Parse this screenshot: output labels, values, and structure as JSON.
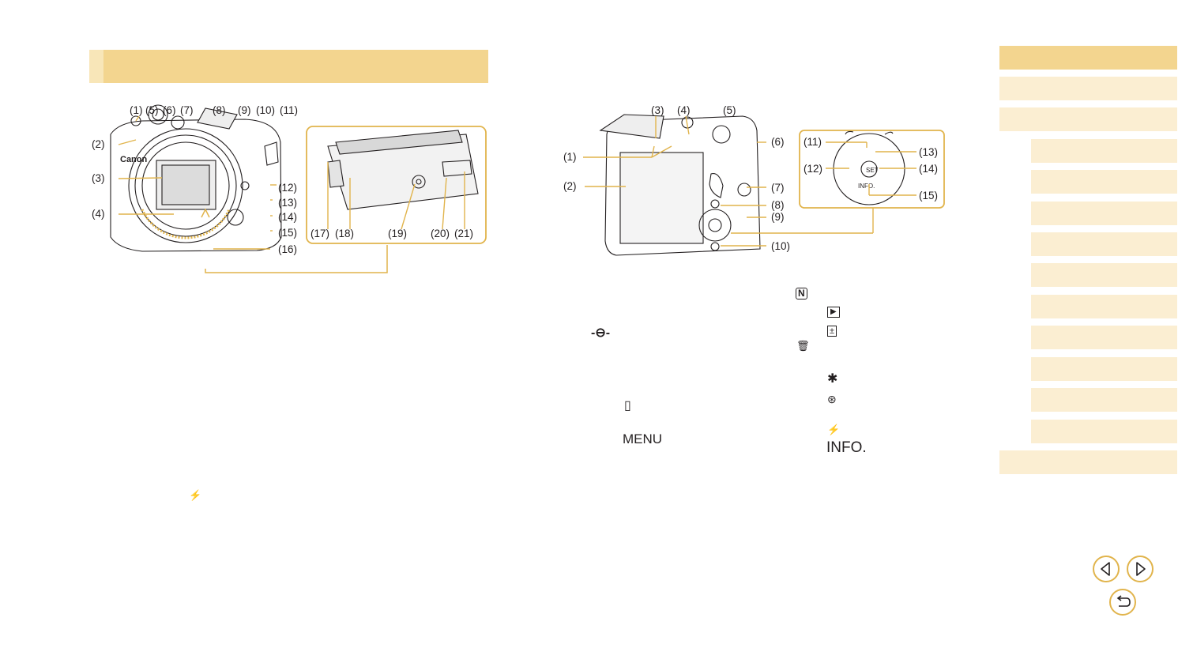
{
  "header": {
    "title": ""
  },
  "front_callouts": {
    "top": [
      "(1)",
      "(5)",
      "(6)",
      "(7)",
      "(8)",
      "(9)",
      "(10)",
      "(11)"
    ],
    "left": [
      "(2)",
      "(3)",
      "(4)"
    ],
    "right": [
      "(12)",
      "(13)",
      "(14)",
      "(15)",
      "(16)"
    ],
    "bottom": [
      "(17)",
      "(18)",
      "(19)",
      "(20)",
      "(21)"
    ],
    "brand": "Canon"
  },
  "back_callouts": {
    "top": [
      "(3)",
      "(4)",
      "(5)"
    ],
    "left": [
      "(1)",
      "(2)"
    ],
    "right": [
      "(6)",
      "(7)",
      "(8)",
      "(9)",
      "(10)"
    ],
    "dial": [
      "(11)",
      "(12)",
      "(13)",
      "(14)",
      "(15)"
    ],
    "dial_text": {
      "set": "SET",
      "info": "INFO."
    }
  },
  "symbols": {
    "strap_mount": "-⊖-",
    "flash_front": "⚡",
    "mobile": "▯",
    "menu": "MENU",
    "nfc": "N",
    "playback": "▶",
    "exposure": "±",
    "delete": "🗑",
    "ae_lock": "✱",
    "func_set": "⊛",
    "flash": "⚡",
    "info": "INFO."
  },
  "nav": {
    "items": [
      "",
      "",
      ""
    ],
    "subitems": [
      "",
      "",
      "",
      "",
      "",
      "",
      "",
      "",
      "",
      ""
    ],
    "bottom": "",
    "colors": {
      "active": "#f3d58f",
      "item": "#fbeed2",
      "accent": "#e1b44c"
    }
  },
  "buttons": [
    "previous-page-button",
    "next-page-button",
    "return-button"
  ]
}
